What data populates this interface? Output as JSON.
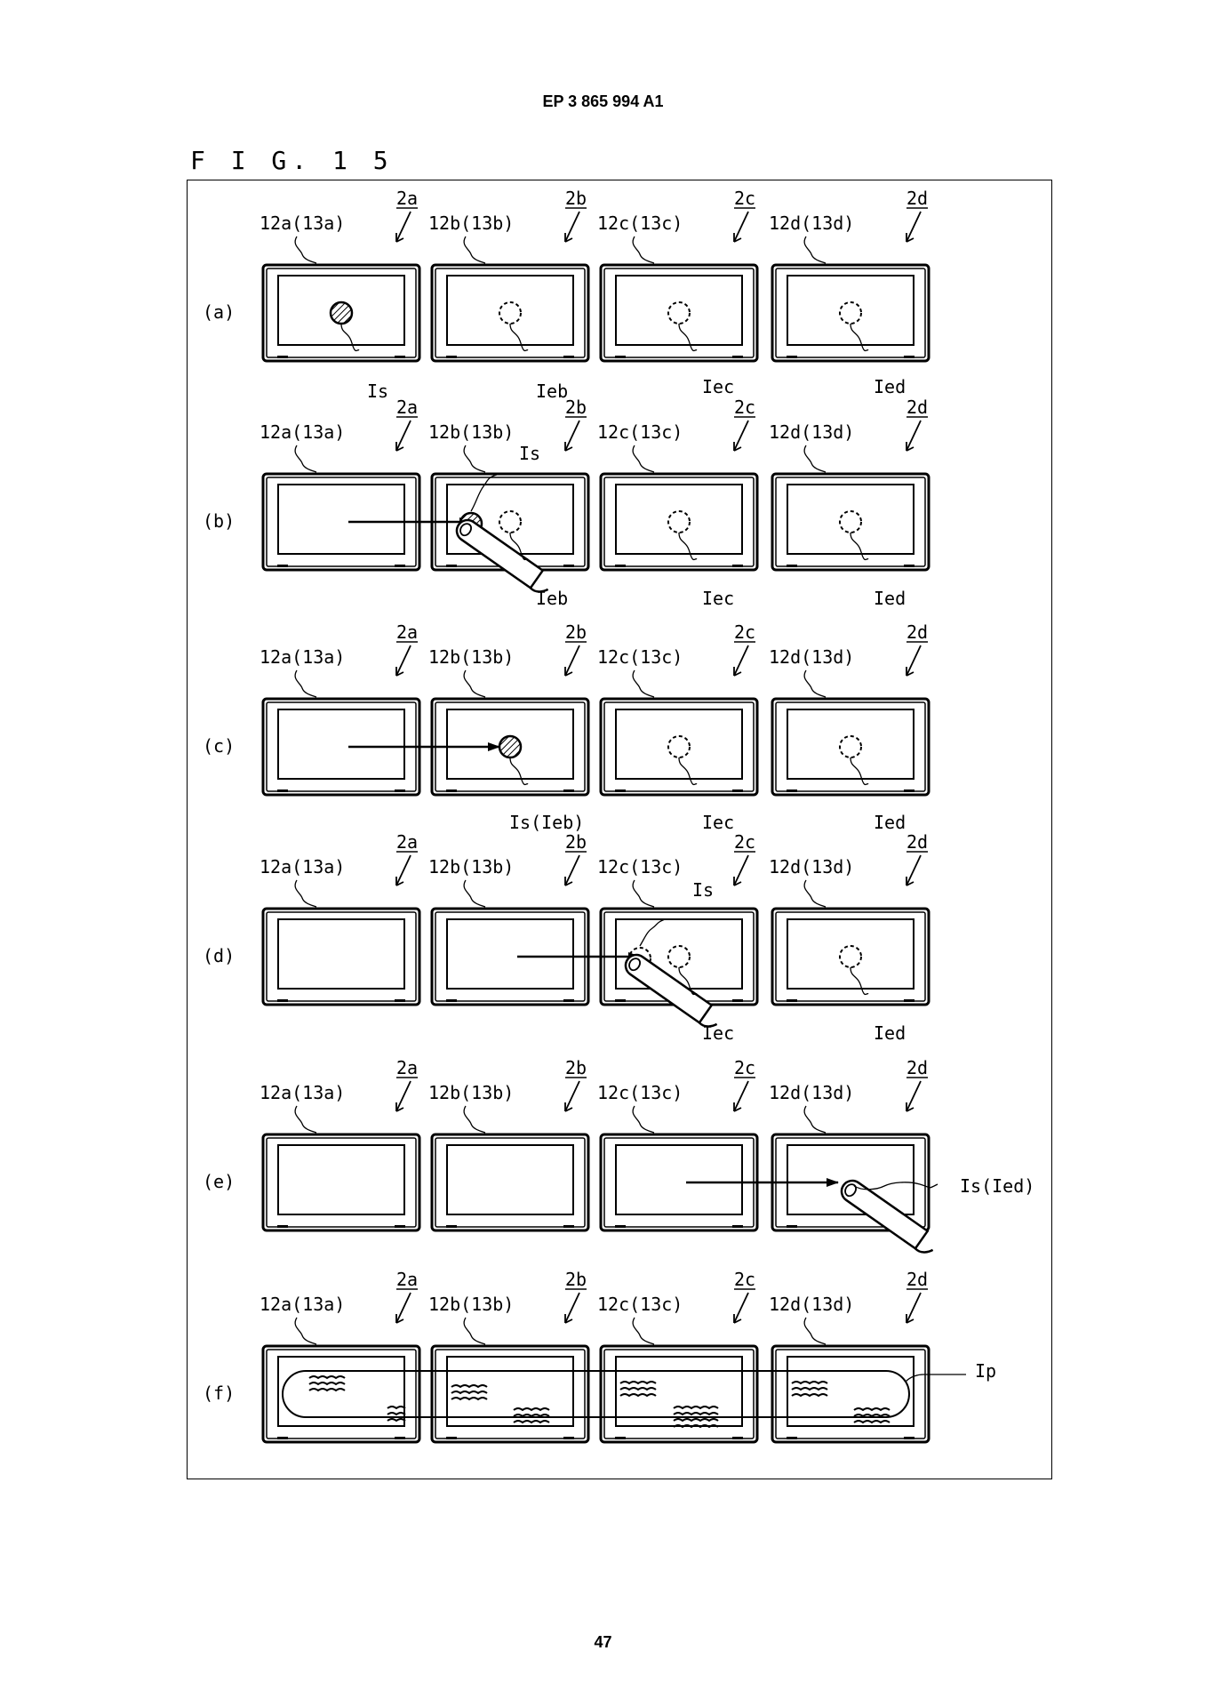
{
  "header": "EP 3 865 994 A1",
  "figure_title": "F I G. 1 5",
  "page_number": "47",
  "device_refs": [
    "2a",
    "2b",
    "2c",
    "2d"
  ],
  "screen_labels": [
    "12a(13a)",
    "12b(13b)",
    "12c(13c)",
    "12d(13d)"
  ],
  "rows": [
    {
      "label": "(a)",
      "callouts": [
        "Is",
        "Ieb",
        "Iec",
        "Ied"
      ]
    },
    {
      "label": "(b)",
      "callouts": [
        "Is",
        "Ieb",
        "Iec",
        "Ied"
      ]
    },
    {
      "label": "(c)",
      "callouts": [
        "Is(Ieb)",
        "Iec",
        "Ied"
      ]
    },
    {
      "label": "(d)",
      "callouts": [
        "Is",
        "Iec",
        "Ied"
      ]
    },
    {
      "label": "(e)",
      "callouts": [
        "Is(Ied)"
      ]
    },
    {
      "label": "(f)",
      "callouts": [
        "Ip"
      ]
    }
  ]
}
